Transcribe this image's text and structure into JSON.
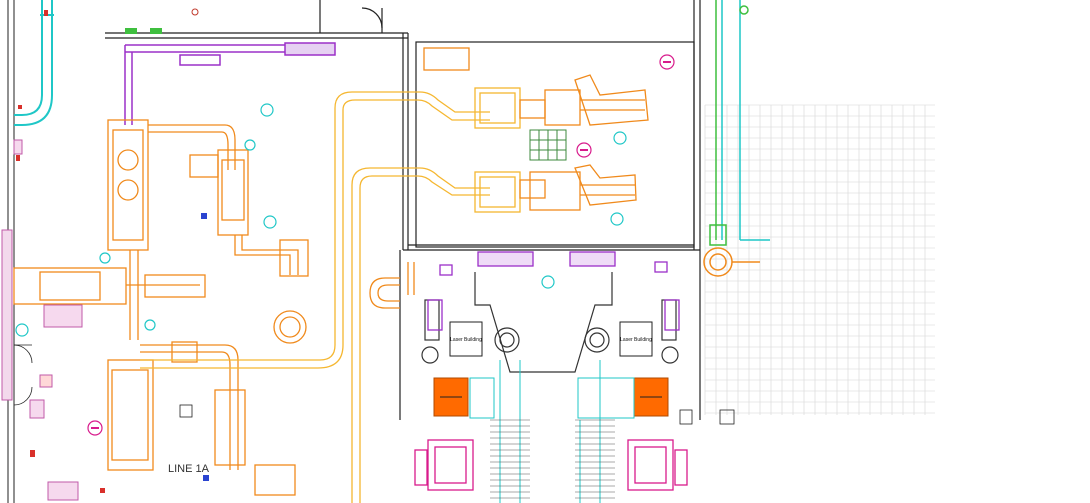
{
  "drawing": {
    "line_label": "LINE 1A",
    "laser_label_left": "Laser Building",
    "laser_label_right": "Laser Building"
  },
  "colors": {
    "wall": "#222222",
    "conveyor_orange": "#f08a1c",
    "conveyor_yellow": "#f5b731",
    "purple": "#9b30c8",
    "magenta": "#d81b8c",
    "cyan": "#1fc7c7",
    "green": "#3fbf3f",
    "grid": "#d6d6d6",
    "orange_block": "#ff6a00"
  },
  "icons": [
    "fire-extinguisher-symbol",
    "equipment-circle-symbol",
    "drain-symbol"
  ]
}
